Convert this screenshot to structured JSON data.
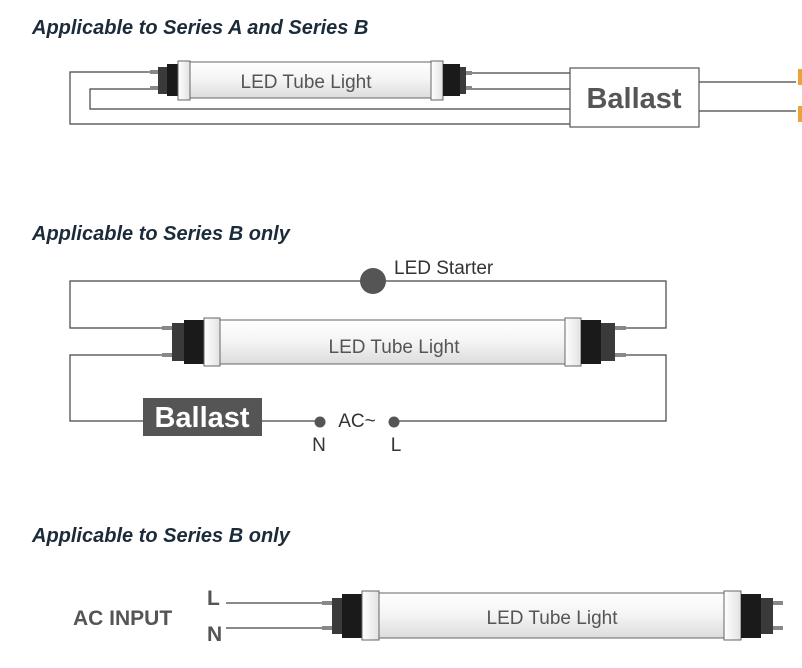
{
  "diagram1": {
    "heading": "Applicable to Series A and Series B",
    "tube_label": "LED Tube Light",
    "ballast_label": "Ballast"
  },
  "diagram2": {
    "heading": "Applicable to Series B only",
    "tube_label": "LED Tube Light",
    "starter_label": "LED Starter",
    "ballast_label": "Ballast",
    "ac_label": "AC~",
    "n_label": "N",
    "l_label": "L"
  },
  "diagram3": {
    "heading": "Applicable to Series B only",
    "tube_label": "LED Tube Light",
    "ac_input_label": "AC INPUT",
    "l_label": "L",
    "n_label": "N"
  },
  "colors": {
    "heading": "#1c2b3a",
    "wire": "#444444",
    "tube_outline": "#666666",
    "ballast_fill_dark": "#555555",
    "starter_dot": "#555555",
    "accent_mark": "#e8a33c"
  }
}
